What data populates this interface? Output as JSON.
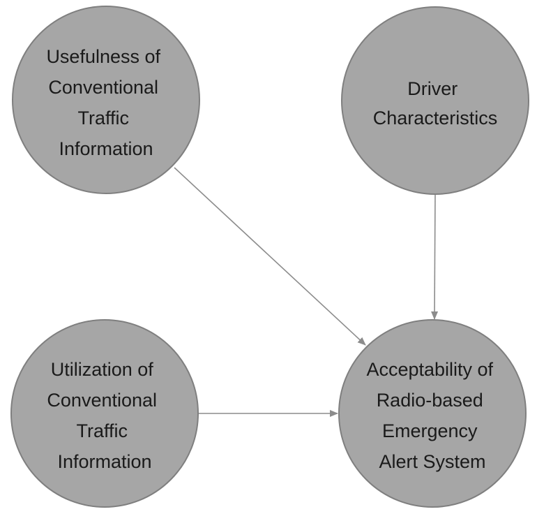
{
  "nodes": {
    "usefulness": {
      "label_lines": [
        "Usefulness of",
        "Conventional",
        "Traffic",
        "Information"
      ]
    },
    "driver": {
      "label_lines": [
        "Driver",
        "Characteristics"
      ]
    },
    "utilization": {
      "label_lines": [
        "Utilization of",
        "Conventional",
        "Traffic",
        "Information"
      ]
    },
    "acceptability": {
      "label_lines": [
        "Acceptability of",
        "Radio-based",
        "Emergency",
        "Alert System"
      ]
    }
  },
  "edges": [
    {
      "from": "usefulness",
      "to": "acceptability"
    },
    {
      "from": "driver",
      "to": "acceptability"
    },
    {
      "from": "utilization",
      "to": "acceptability"
    }
  ],
  "colors": {
    "node_fill": "#a6a6a6",
    "node_stroke": "#7f7f7f",
    "text": "#1a1a1a",
    "edge": "#8c8c8c"
  }
}
